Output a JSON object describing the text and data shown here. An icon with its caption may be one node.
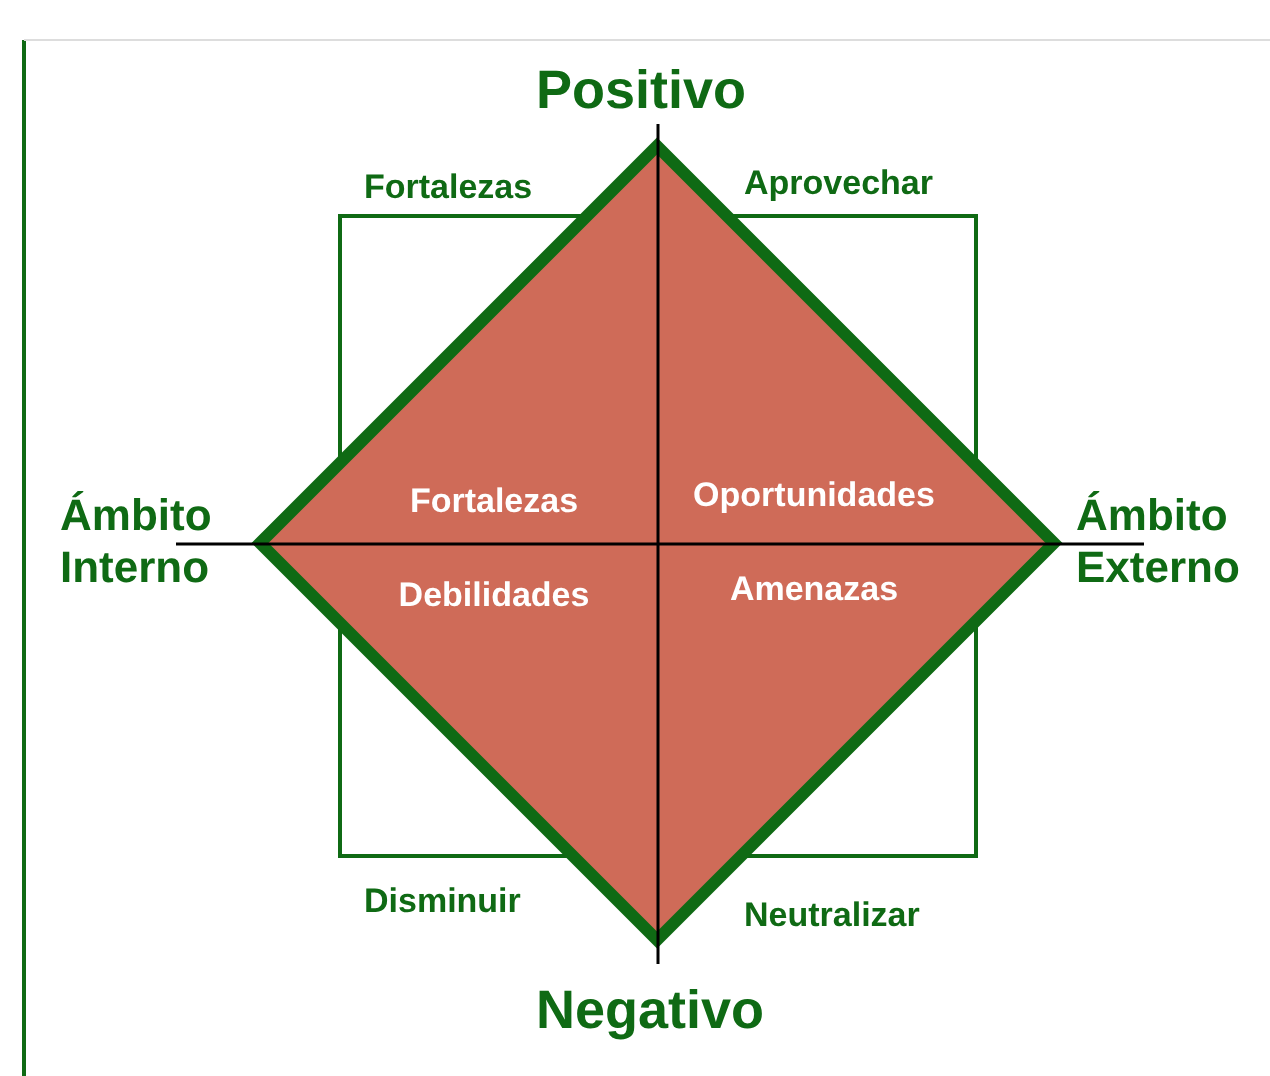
{
  "diagram": {
    "nodes": [
      {
        "text": [
          "Fortalezas",
          "Oportunidades",
          "Debilidades",
          "Amenazas"
        ]
      }
    ],
    "labels": [
      "Positivo",
      "Fortalezas",
      "Aprovechar",
      "Ámbito Interno",
      "Ámbito Externo",
      "Disminuir",
      "Neutralizar",
      "Negativo"
    ]
  }
}
